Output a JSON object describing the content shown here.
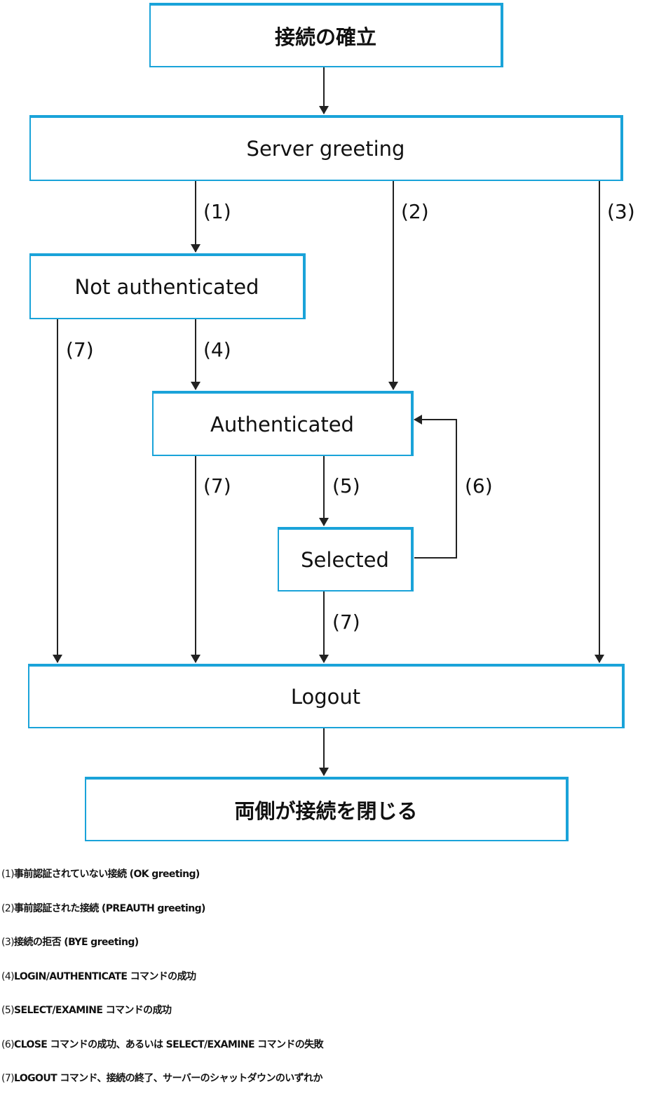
{
  "boxes": {
    "establish": "接続の確立",
    "greeting": "Server greeting",
    "not_auth": "Not authenticated",
    "authenticated": "Authenticated",
    "selected": "Selected",
    "logout": "Logout",
    "close": "両側が接続を閉じる"
  },
  "labels": {
    "t1": "(1)",
    "t2": "(2)",
    "t3": "(3)",
    "t4": "(4)",
    "t5": "(5)",
    "t6": "(6)",
    "t7a": "(7)",
    "t7b": "(7)",
    "t7c": "(7)"
  },
  "colors": {
    "box_border": "#1aa3d9",
    "arrow": "#222222"
  },
  "legend": [
    {
      "num": "(1)",
      "text": "事前認証されていない接続 (OK greeting)"
    },
    {
      "num": "(2)",
      "text": "事前認証された接続 (PREAUTH greeting)"
    },
    {
      "num": "(3)",
      "text": "接続の拒否 (BYE greeting)"
    },
    {
      "num": "(4)",
      "text": "LOGIN/AUTHENTICATE コマンドの成功"
    },
    {
      "num": "(5)",
      "text": "SELECT/EXAMINE コマンドの成功"
    },
    {
      "num": "(6)",
      "text": "CLOSE コマンドの成功、あるいは SELECT/EXAMINE コマンドの失敗"
    },
    {
      "num": "(7)",
      "text": "LOGOUT コマンド、接続の終了、サーバーのシャットダウンのいずれか"
    }
  ]
}
